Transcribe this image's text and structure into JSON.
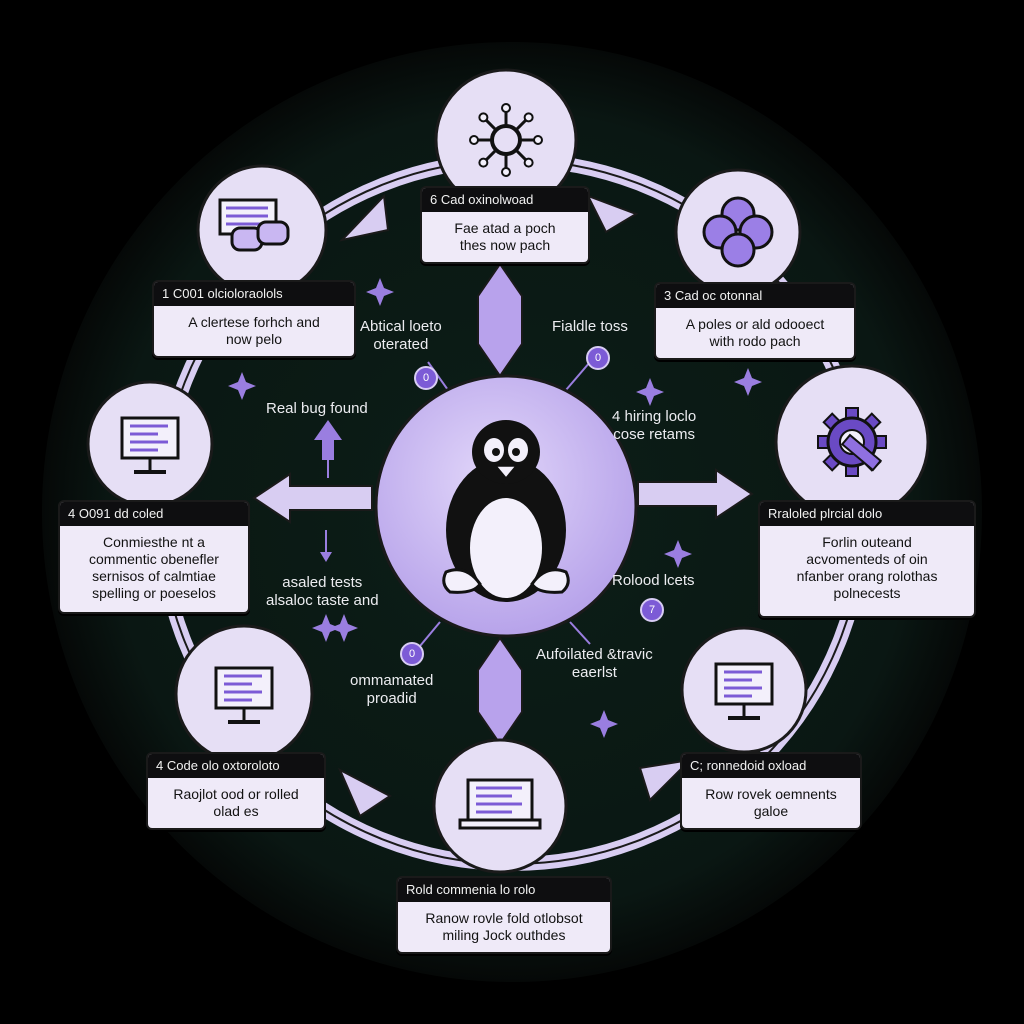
{
  "colors": {
    "background": "#000000",
    "ring": "#0a1a14",
    "accent": "#7c5bd6",
    "node": "#e6dff5",
    "card": "#efeaf8"
  },
  "center": {
    "icon": "penguin-icon"
  },
  "nodes": [
    {
      "id": "top",
      "icon": "network-hub-icon",
      "card": {
        "header": "6 Cad oxinolwoad",
        "body": "Fae atad a poch\nthes now pach"
      }
    },
    {
      "id": "top-right",
      "icon": "circles-cluster-icon",
      "card": {
        "header": "3 Cad oc otonnal",
        "body": "A poles or ald odooect\nwith rodo pach"
      }
    },
    {
      "id": "right",
      "icon": "gear-wrench-icon",
      "card": {
        "header": "Rraloled plrcial dolo",
        "body": "Forlin outeand\nacvomenteds of oin\nnfanber orang rolothas\npolnecests"
      }
    },
    {
      "id": "bottom-right",
      "icon": "monitor-code-icon",
      "card": {
        "header": "C; ronnedoid oxload",
        "body": "Row rovek oemnents\ngaloe"
      }
    },
    {
      "id": "bottom",
      "icon": "laptop-icon",
      "card": {
        "header": "Rold commenia lo rolo",
        "body": "Ranow rovle fold otlobsot\nmiling Jock outhdes"
      }
    },
    {
      "id": "bottom-left",
      "icon": "monitor-icon",
      "card": {
        "header": "4 Code olo oxtoroloto",
        "body": "Raojlot ood or rolled\nolad es"
      }
    },
    {
      "id": "left",
      "icon": "document-monitor-icon",
      "card": {
        "header": "4 O091 dd coled",
        "body": "Conmiesthe nt a\ncommentic obenefler\nsernisos of calmtiae\nspelling or poeselos"
      }
    },
    {
      "id": "top-left",
      "icon": "chat-bubbles-icon",
      "card": {
        "header": "1 C001 olcioloraolols",
        "body": "A clertese forhch and\nnow pelo"
      }
    }
  ],
  "labels": [
    {
      "id": "abtical",
      "text": "Abtical loeto\noterated"
    },
    {
      "id": "fialdle",
      "text": "Fialdle toss"
    },
    {
      "id": "realbug",
      "text": "Real bug found"
    },
    {
      "id": "hiring",
      "text": "4 hiring loclo\ncose retams"
    },
    {
      "id": "asaled",
      "text": "asaled tests\nalsaloc taste and"
    },
    {
      "id": "rolood",
      "text": "Rolood lcets"
    },
    {
      "id": "ommamated",
      "text": "ommamated\nproadid"
    },
    {
      "id": "aufoilated",
      "text": "Aufoilated &travic\neaerlst"
    }
  ],
  "badges": [
    {
      "id": "b1",
      "text": "0"
    },
    {
      "id": "b2",
      "text": "0"
    },
    {
      "id": "b3",
      "text": "0"
    },
    {
      "id": "b4",
      "text": "7"
    }
  ]
}
